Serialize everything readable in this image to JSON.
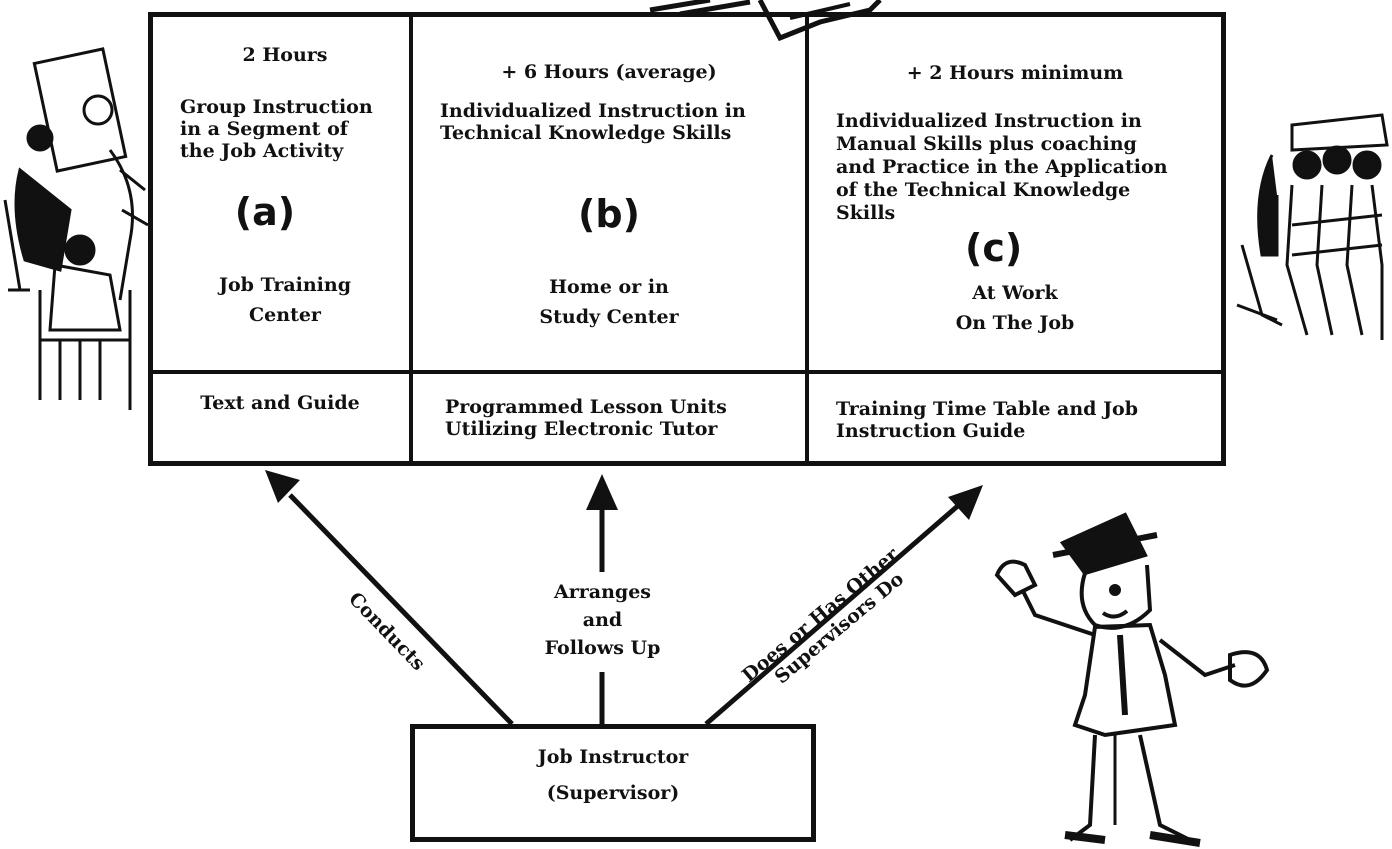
{
  "columns": [
    {
      "hours": "2 Hours",
      "description": [
        "Group Instruction",
        "in a Segment of",
        "the Job Activity"
      ],
      "letter": "(a)",
      "location": [
        "Job Training",
        "Center"
      ],
      "material": [
        "Text and Guide"
      ]
    },
    {
      "hours": "+ 6 Hours (average)",
      "description": [
        "Individualized Instruction in",
        "Technical Knowledge Skills"
      ],
      "letter": "(b)",
      "location": [
        "Home or in",
        "Study Center"
      ],
      "material": [
        "Programmed Lesson Units",
        "Utilizing Electronic Tutor"
      ]
    },
    {
      "hours": "+ 2 Hours minimum",
      "description": [
        "Individualized Instruction in",
        "Manual Skills plus coaching",
        "and Practice in the Application",
        "of the Technical Knowledge",
        "Skills"
      ],
      "letter": "(c)",
      "location": [
        "At Work",
        "On The Job"
      ],
      "material": [
        "Training Time Table and Job",
        "Instruction Guide"
      ]
    }
  ],
  "arrows": {
    "left": "Conducts",
    "middle": [
      "Arranges",
      "and",
      "Follows Up"
    ],
    "right": [
      "Does or Has Other",
      "Supervisors Do"
    ]
  },
  "supervisor": [
    "Job Instructor",
    "(Supervisor)"
  ],
  "colors": {
    "ink": "#111111",
    "paper": "#ffffff"
  },
  "illustrations": [
    "workers-group-left-illustration",
    "workers-group-right-illustration",
    "supervisor-character-illustration",
    "papers-illustration"
  ]
}
